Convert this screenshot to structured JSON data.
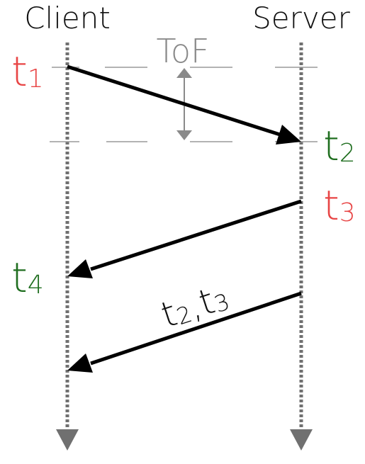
{
  "participants": {
    "client": "Client",
    "server": "Server"
  },
  "tof_label": "ToF",
  "timestamps": {
    "t1": {
      "base": "t",
      "sub": "1"
    },
    "t2": {
      "base": "t",
      "sub": "2"
    },
    "t3": {
      "base": "t",
      "sub": "3"
    },
    "t4": {
      "base": "t",
      "sub": "4"
    }
  },
  "message_label": {
    "part1_base": "t",
    "part1_sub": "2",
    "separator": ",",
    "part2_base": "t",
    "part2_sub": "3"
  },
  "colors": {
    "send_timestamp": "#e84545",
    "receive_timestamp": "#1f6e1f",
    "lifeline": "#707070",
    "arrow": "#000000",
    "tof": "#8a8a8a"
  }
}
